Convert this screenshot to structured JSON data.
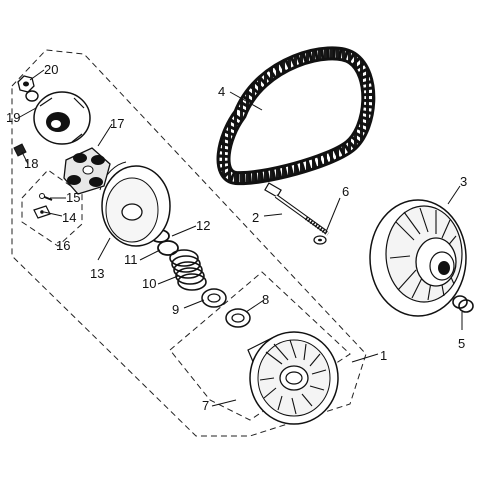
{
  "diagram": {
    "kind": "exploded parts diagram (CVT clutch assembly)",
    "callouts": [
      {
        "id": "1",
        "text": "1"
      },
      {
        "id": "2",
        "text": "2"
      },
      {
        "id": "3",
        "text": "3"
      },
      {
        "id": "4",
        "text": "4"
      },
      {
        "id": "5",
        "text": "5"
      },
      {
        "id": "6",
        "text": "6"
      },
      {
        "id": "7",
        "text": "7"
      },
      {
        "id": "8",
        "text": "8"
      },
      {
        "id": "9",
        "text": "9"
      },
      {
        "id": "10",
        "text": "10"
      },
      {
        "id": "11",
        "text": "11"
      },
      {
        "id": "12",
        "text": "12"
      },
      {
        "id": "13",
        "text": "13"
      },
      {
        "id": "14",
        "text": "14"
      },
      {
        "id": "15",
        "text": "15"
      },
      {
        "id": "16",
        "text": "16"
      },
      {
        "id": "17",
        "text": "17"
      },
      {
        "id": "18",
        "text": "18"
      },
      {
        "id": "19",
        "text": "19"
      },
      {
        "id": "20",
        "text": "20"
      }
    ]
  }
}
